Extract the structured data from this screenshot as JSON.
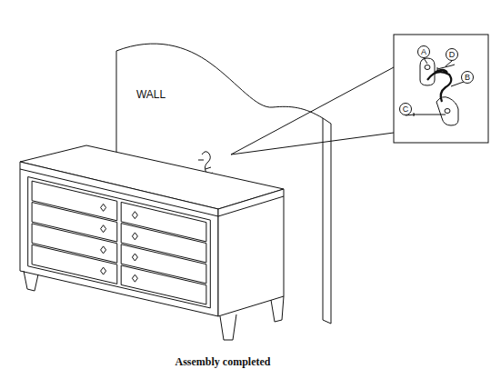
{
  "diagram": {
    "caption": "Assembly completed",
    "nodes": [
      {
        "text": [
          "A"
        ]
      },
      {
        "text": [
          "D"
        ]
      },
      {
        "text": [
          "B"
        ]
      },
      {
        "text": [
          "C"
        ]
      }
    ],
    "labels": [
      "WALL"
    ]
  }
}
